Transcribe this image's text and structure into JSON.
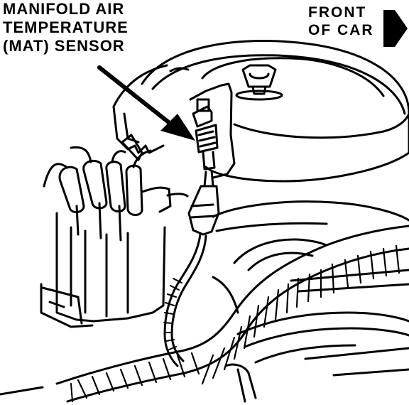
{
  "labels": {
    "sensor": [
      "MANIFOLD AIR",
      "TEMPERATURE",
      "(MAT) SENSOR"
    ],
    "front": [
      "FRONT",
      "OF CAR"
    ]
  },
  "icons": {
    "pointer": "arrow-pointer-icon",
    "direction": "arrow-right-icon"
  },
  "colors": {
    "ink": "#000000",
    "paper": "#ffffff"
  }
}
